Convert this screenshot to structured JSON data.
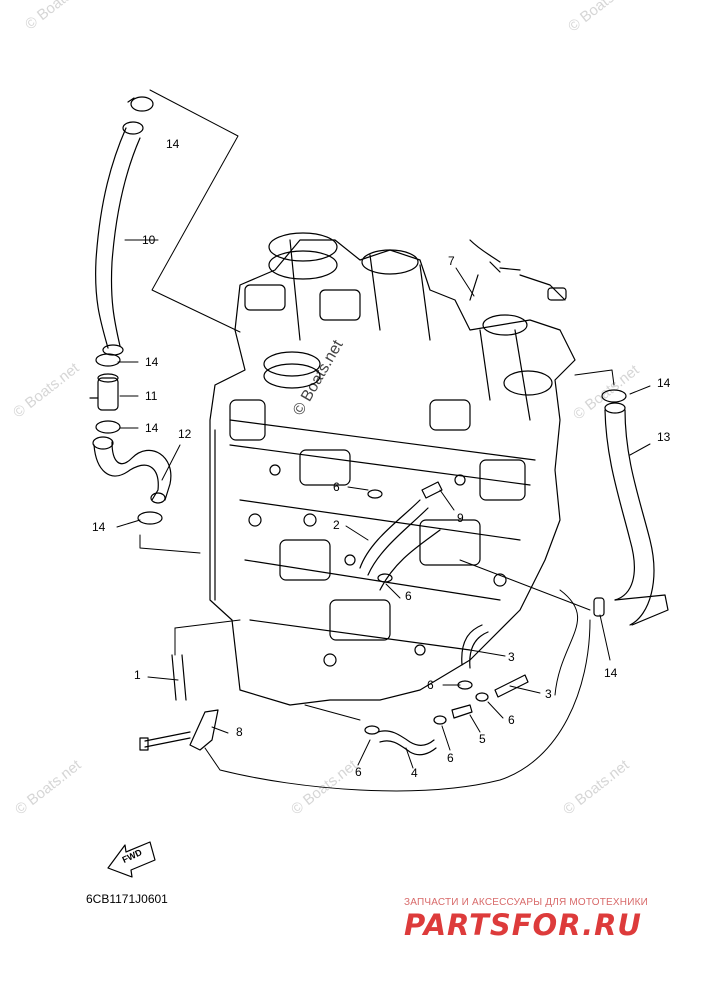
{
  "watermarks": {
    "top_left": "© Boats.net",
    "top_right": "© Boats.net",
    "left_mid": "© Boats.net",
    "right_mid": "© Boats.net",
    "center": "© Boats.net",
    "bottom_left": "© Boats.net",
    "bottom_center": "© Boats.net",
    "bottom_right": "© Boats.net"
  },
  "callouts": {
    "c14_top": "14",
    "c10": "10",
    "c14_a": "14",
    "c11": "11",
    "c14_b": "14",
    "c12": "12",
    "c14_left": "14",
    "c7": "7",
    "c6_a": "6",
    "c9": "9",
    "c2": "2",
    "c6_b": "6",
    "c14_right": "14",
    "c13": "13",
    "c14_right_low": "14",
    "c1": "1",
    "c3_a": "3",
    "c6_c": "6",
    "c3_b": "3",
    "c6_d": "6",
    "c8": "8",
    "c5": "5",
    "c6_e": "6",
    "c6_f": "6",
    "c4": "4"
  },
  "fwd_label": "FWD",
  "diagram_code": "6CB1171J0601",
  "brand": {
    "tagline": "ЗАПЧАСТИ И АКСЕССУАРЫ ДЛЯ МОТОТЕХНИКИ",
    "logo": "PARTSFOR.RU",
    "color": "#dd3b3b"
  },
  "colors": {
    "line": "#000000",
    "watermark": "#d6d6d6"
  }
}
